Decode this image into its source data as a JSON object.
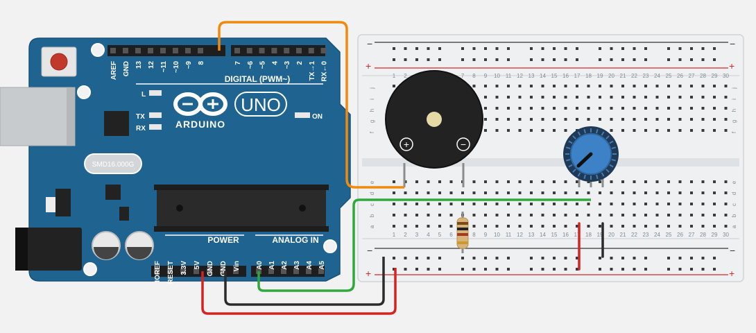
{
  "colors": {
    "canvas": "#f2f2f2",
    "arduino_board": "#1f6390",
    "breadboard": "#eef0f2",
    "wire_orange": "#f08a0c",
    "wire_green": "#2fa83c",
    "wire_red": "#d62222",
    "wire_black": "#2b2b2b",
    "rail_red": "#d22727",
    "rail_dark": "#333333",
    "pot_knob": "#3d82c7"
  },
  "arduino": {
    "logo_text": "ARDUINO",
    "model_text": "UNO",
    "on_label": "ON",
    "l_label": "L",
    "tx_label": "TX",
    "rx_label": "RX",
    "crystal_label": "SMD16.000G",
    "digital_header_label": "DIGITAL (PWM~)",
    "digital_pins": [
      "AREF",
      "GND",
      "13",
      "12",
      "~11",
      "~10",
      "~9",
      "8",
      "7",
      "~6",
      "~5",
      "4",
      "~3",
      "2",
      "TX→1",
      "RX←0"
    ],
    "power_header_label": "POWER",
    "power_pins": [
      "IOREF",
      "RESET",
      "3.3V",
      "5V",
      "GND",
      "GND",
      "Vin"
    ],
    "analog_header_label": "ANALOG IN",
    "analog_pins": [
      "A0",
      "A1",
      "A2",
      "A3",
      "A4",
      "A5"
    ]
  },
  "breadboard": {
    "rail_minus": "−",
    "rail_plus": "+",
    "top_row_letters": [
      "j",
      "i",
      "h",
      "g",
      "f"
    ],
    "bottom_row_letters": [
      "e",
      "d",
      "c",
      "b",
      "a"
    ],
    "columns": [
      "1",
      "2",
      "3",
      "4",
      "5",
      "6",
      "7",
      "8",
      "9",
      "10",
      "11",
      "12",
      "13",
      "14",
      "15",
      "16",
      "17",
      "18",
      "19",
      "20",
      "21",
      "22",
      "23",
      "24",
      "25",
      "26",
      "27",
      "28",
      "29",
      "30"
    ]
  },
  "buzzer": {
    "plus_symbol": "+",
    "minus_symbol": "−"
  }
}
